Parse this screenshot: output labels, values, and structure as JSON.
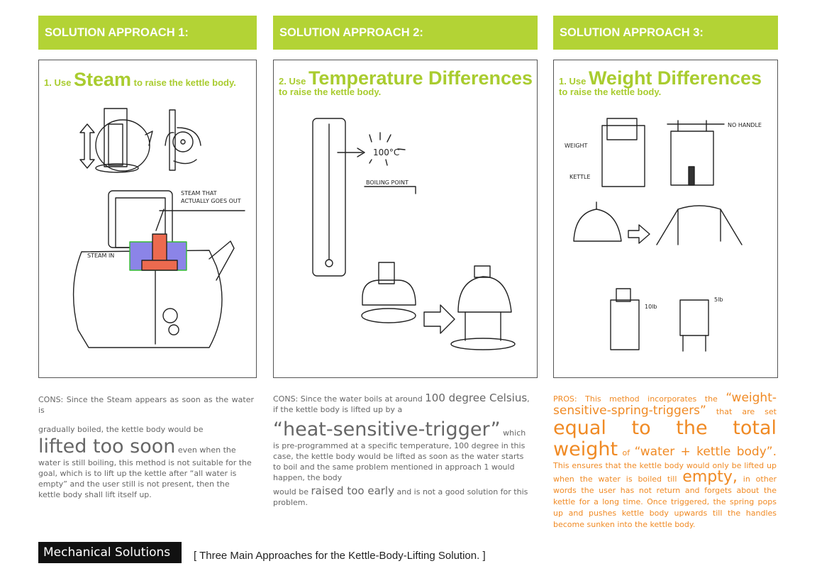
{
  "approaches": [
    {
      "header": "SOLUTION APPROACH 1:",
      "title_prefix": "1. Use",
      "title_big": "Steam",
      "title_suffix": "to raise the kettle body.",
      "sketch_labels": {
        "steam_out": "STEAM THAT",
        "steam_out2": "ACTUALLY GOES OUT",
        "steam_in": "STEAM IN"
      }
    },
    {
      "header": "SOLUTION APPROACH 2:",
      "title_prefix": "2. Use",
      "title_big": "Temperature Differences",
      "title_suffix": "to raise the kettle body.",
      "sketch_labels": {
        "temp": "100°C",
        "boiling": "BOILING POINT"
      }
    },
    {
      "header": "SOLUTION APPROACH 3:",
      "title_prefix": "1. Use",
      "title_big": "Weight Differences",
      "title_suffix": "to raise the kettle body.",
      "sketch_labels": {
        "no_handle": "NO HANDLE",
        "weight": "WEIGHT",
        "kettle": "KETTLE",
        "w1": "10lb",
        "w2": "5lb"
      }
    }
  ],
  "text1": {
    "a": "CONS:  Since the Steam appears as soon as the water is",
    "b": "gradually boiled, the kettle body would be",
    "big": "lifted too soon",
    "c": " even when the water is still boiling, this method is not suitable for the goal, which is to lift up the kettle after “all water is empty” and the user still is not present, then the kettle body shall lift itself up."
  },
  "text2": {
    "a": "CONS:  Since the water boils at around ",
    "m1": "100 degree Celsius",
    "a2": ",",
    "b": "if the kettle body is lifted up by a",
    "big": "“heat-sensitive-trigger”",
    "c": " which",
    "d": "is pre-programmed at a specific temperature, 100 degree in this case, the kettle body would be lifted as soon as the water starts to boil and the same problem mentioned in approach 1 would happen, the body",
    "e": "would be ",
    "m2": "raised too early",
    "f": " and is not a good solution for this problem."
  },
  "text3": {
    "a": "PROS:   This method incorporates the ",
    "m1": "“weight-sensitive-spring-triggers”",
    "b": " that are set ",
    "big1": "equal to the total weight",
    "c": " of ",
    "m2": "“water + kettle body”.",
    "d": " This ensures that the kettle body would only be lifted up when the water is boiled till ",
    "big2": "empty,",
    "e": " in other words the user has not return and forgets about the kettle for a long time.   Once triggered, the spring pops up and pushes kettle body upwards till the handles become sunken into the kettle body."
  },
  "footer": {
    "label": "Mechanical Solutions",
    "caption": "[ Three Main Approaches for the Kettle-Body-Lifting Solution. ]"
  },
  "colors": {
    "green": "#b3d335",
    "orange": "#f08a24"
  }
}
